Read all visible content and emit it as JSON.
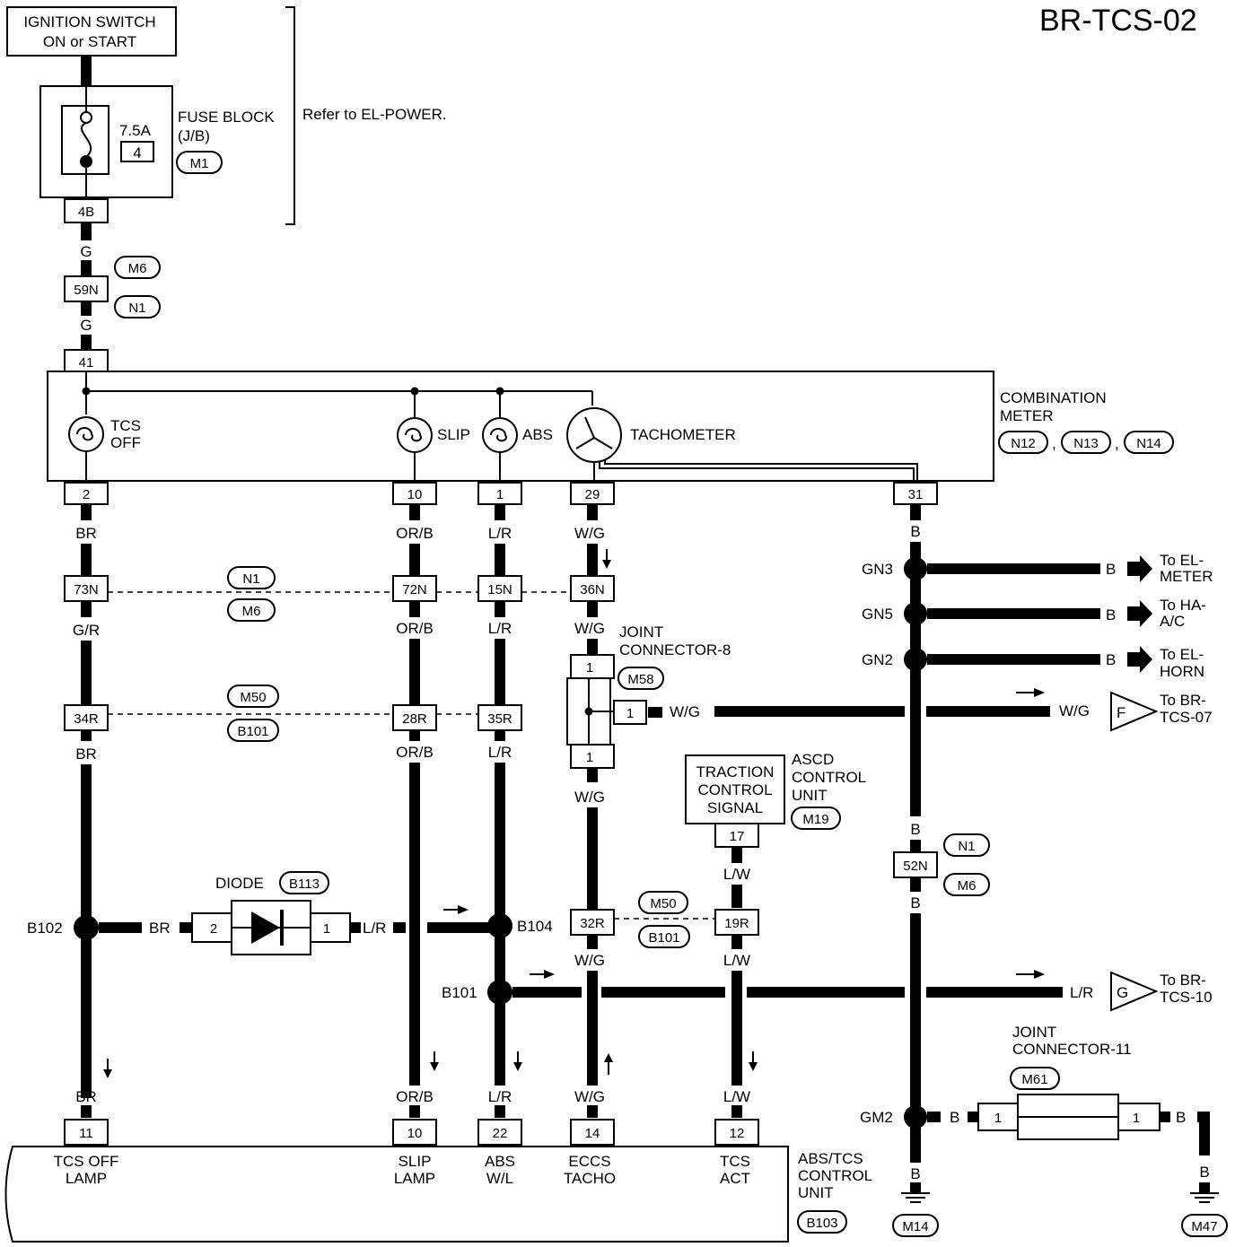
{
  "title": "BR-TCS-02",
  "ignition": [
    "IGNITION SWITCH",
    "ON or START"
  ],
  "fuse": {
    "name": "FUSE BLOCK",
    "sub": "(J/B)",
    "rating": "7.5A",
    "number": "4",
    "conn": "M1",
    "term": "4B"
  },
  "refer": "Refer to EL-POWER.",
  "meter": {
    "name": [
      "COMBINATION",
      "METER"
    ],
    "conns": [
      "N12",
      "N13",
      "N14"
    ],
    "sep": ","
  },
  "lamps": {
    "tcs": [
      "TCS",
      "OFF"
    ],
    "slip": "SLIP",
    "abs": "ABS",
    "tacho": "TACHOMETER"
  },
  "joint8": [
    "JOINT",
    "CONNECTOR-8"
  ],
  "joint11": [
    "JOINT",
    "CONNECTOR-11"
  ],
  "ascd": {
    "name": [
      "ASCD",
      "CONTROL",
      "UNIT"
    ],
    "box": [
      "TRACTION",
      "CONTROL",
      "SIGNAL"
    ],
    "conn": "M19",
    "term": "17"
  },
  "diode": {
    "name": "DIODE",
    "conn": "B113",
    "t2": "2",
    "t1": "1"
  },
  "abs_unit": {
    "name": [
      "ABS/TCS",
      "CONTROL",
      "UNIT"
    ],
    "conn": "B103",
    "pins": [
      {
        "term": "11",
        "label": [
          "TCS OFF",
          "LAMP"
        ]
      },
      {
        "term": "10",
        "label": [
          "SLIP",
          "LAMP"
        ]
      },
      {
        "term": "22",
        "label": [
          "ABS",
          "W/L"
        ]
      },
      {
        "term": "14",
        "label": [
          "ECCS",
          "TACHO"
        ]
      },
      {
        "term": "12",
        "label": [
          "TCS",
          "ACT"
        ]
      }
    ]
  },
  "grounds": [
    "GN3",
    "GN5",
    "GN2",
    "GM2"
  ],
  "ground_conns": [
    "M14",
    "M47"
  ],
  "destinations": [
    {
      "wire": "B",
      "to": [
        "To EL-",
        "METER"
      ]
    },
    {
      "wire": "B",
      "to": [
        "To HA-",
        "A/C"
      ]
    },
    {
      "wire": "B",
      "to": [
        "To EL-",
        "HORN"
      ]
    },
    {
      "wire": "W/G",
      "flag": "F",
      "to": [
        "To BR-",
        "TCS-07"
      ]
    },
    {
      "wire": "L/R",
      "flag": "G",
      "to": [
        "To BR-",
        "TCS-10"
      ]
    }
  ],
  "splices": [
    "B102",
    "B104",
    "B101"
  ],
  "connectors": {
    "m6": "M6",
    "n1": "N1",
    "m50": "M50",
    "b101": "B101",
    "m58": "M58",
    "m61": "M61"
  },
  "terms": {
    "t59n": "59N",
    "t41": "41",
    "t2": "2",
    "t10": "10",
    "t1": "1",
    "t29": "29",
    "t31": "31",
    "t73n": "73N",
    "t72n": "72N",
    "t15n": "15N",
    "t36n": "36N",
    "t34r": "34R",
    "t28r": "28R",
    "t35r": "35R",
    "t32r": "32R",
    "t19r": "19R",
    "t52n": "52N"
  },
  "wires": {
    "G": "G",
    "BR": "BR",
    "ORB": "OR/B",
    "LR": "L/R",
    "WG": "W/G",
    "B": "B",
    "GR": "G/R",
    "LW": "L/W"
  }
}
